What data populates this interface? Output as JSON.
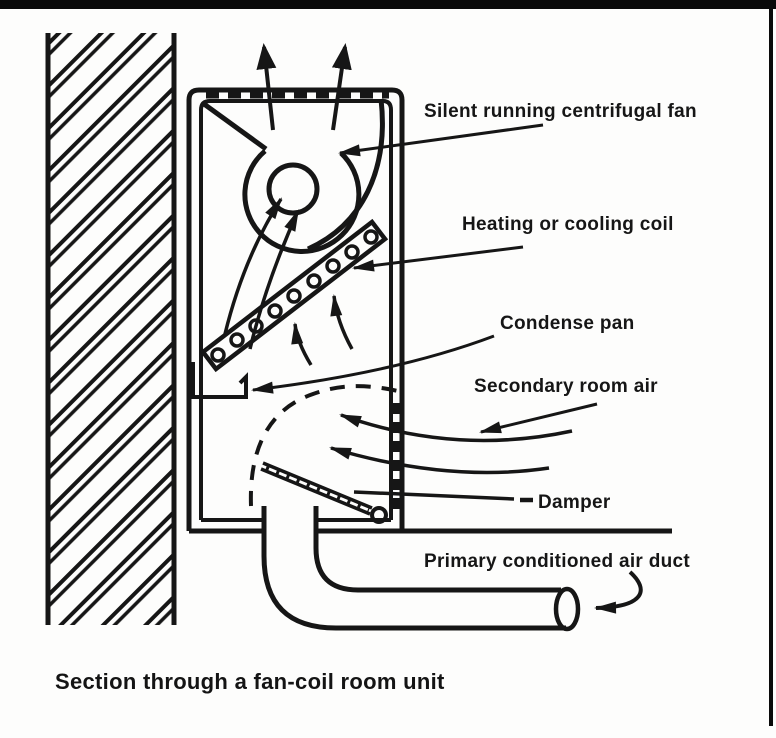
{
  "figure": {
    "caption": "Section through a fan-coil room unit",
    "labels": {
      "fan": "Silent running centrifugal fan",
      "coil": "Heating or cooling coil",
      "condense_pan": "Condense pan",
      "secondary_room_air": "Secondary room air",
      "damper": "Damper",
      "primary_duct": "Primary conditioned air duct"
    },
    "colors": {
      "ink": "#161616",
      "paper": "#fdfdfc"
    }
  }
}
